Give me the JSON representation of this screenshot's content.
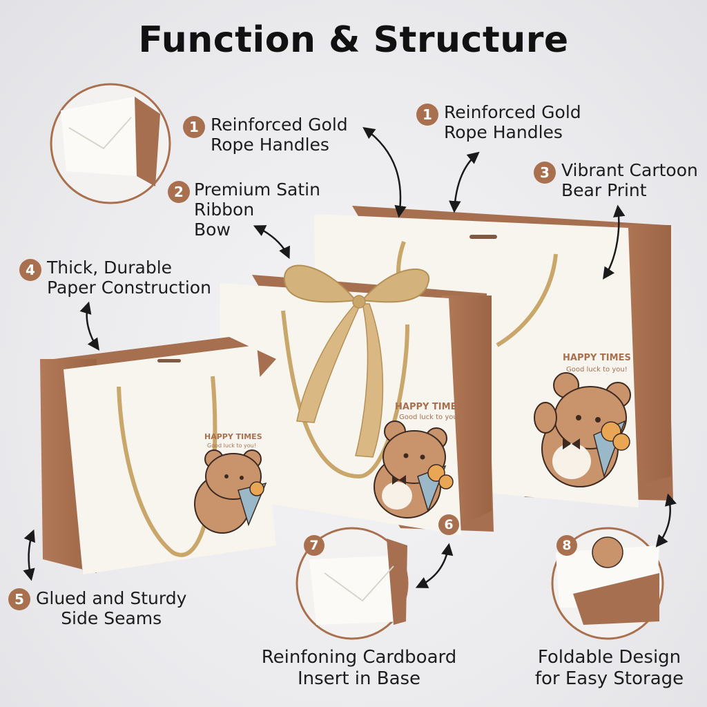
{
  "title": "Function & Structure",
  "callouts": [
    {
      "num": "1",
      "lines": [
        "Reinforced Gold",
        "Rope Handles"
      ]
    },
    {
      "num": "1",
      "lines": [
        "Reinforced Gold",
        "Rope Handles"
      ]
    },
    {
      "num": "2",
      "lines": [
        "Premium Satin",
        "Ribbon",
        "Bow"
      ]
    },
    {
      "num": "3",
      "lines": [
        "Vibrant Cartoon",
        "Bear Print"
      ]
    },
    {
      "num": "4",
      "lines": [
        "Thick, Durable",
        "Paper Construction"
      ]
    },
    {
      "num": "5",
      "lines": [
        "Glued and Sturdy",
        "Side Seams"
      ]
    }
  ],
  "badges": [
    "6",
    "7",
    "8"
  ],
  "captions": [
    {
      "lines": [
        "Reinfoning Cardboard",
        "Insert in Base"
      ]
    },
    {
      "lines": [
        "Foldable Design",
        "for Easy Storage"
      ]
    }
  ],
  "bag_print": {
    "headline": "HAPPY TIMES",
    "subline": "Good luck to you!",
    "small_headline": "HAPPY TIMES",
    "small_subline": "Good luck to you!"
  },
  "colors": {
    "brown": "#a9704f",
    "cream": "#f8f5ef",
    "gold": "#c9a76a",
    "ribbon": "#d4b27c"
  }
}
